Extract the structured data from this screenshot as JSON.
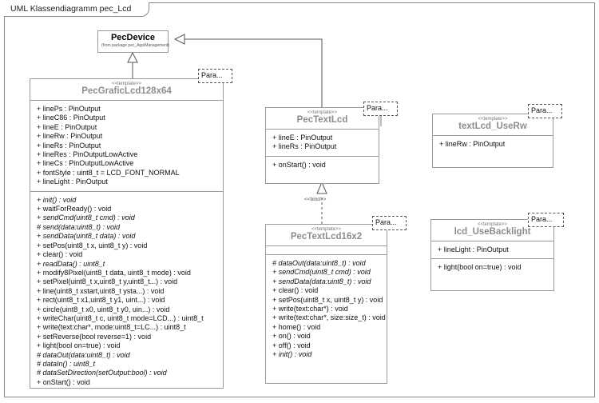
{
  "frame": {
    "tab_label": "UML Klassendiagramm pec_Lcd"
  },
  "classes": {
    "pec_device": {
      "name": "PecDevice",
      "subtitle": "(from package pec_ApplManagement)"
    },
    "pec_grafic_lcd": {
      "stereotype": "<<template>>",
      "name": "PecGraficLcd128x64",
      "attributes": [
        "+ linePs : PinOutput",
        "+ lineC86 : PinOutput",
        "+ lineE : PinOutput",
        "+ lineRw : PinOutput",
        "+ lineRs : PinOutput",
        "+ lineRes : PinOutputLowActive",
        "+ lineCs : PinOutputLowActive",
        "+ fontStyle : uint8_t = LCD_FONT_NORMAL",
        "+ lineLight : PinOutput"
      ],
      "operations": [
        {
          "text": "+ init() : void",
          "abstract": true
        },
        {
          "text": "+ waitForReady() : void",
          "abstract": false
        },
        {
          "text": "+ sendCmd(uint8_t cmd) : void",
          "abstract": true
        },
        {
          "text": "# send(data:uint8_t) : void",
          "abstract": true
        },
        {
          "text": "+ sendData(uint8_t data) : void",
          "abstract": true
        },
        {
          "text": "+ setPos(uint8_t x, uint8_t y) : void",
          "abstract": false
        },
        {
          "text": "+ clear() : void",
          "abstract": false
        },
        {
          "text": "+ readData() : uint8_t",
          "abstract": true
        },
        {
          "text": "+ modify8Pixel(uint8_t data, uint8_t mode) : void",
          "abstract": false
        },
        {
          "text": "+ setPixel(uint8_t x,uint8_t y,uint8_t...) : void",
          "abstract": false
        },
        {
          "text": "+ line(uint8_t xstart,uint8_t ysta...) : void",
          "abstract": false
        },
        {
          "text": "+ rect(uint8_t x1,uint8_t y1, uint...) : void",
          "abstract": false
        },
        {
          "text": "+ circle(uint8_t x0, uint8_t y0, uin...) : void",
          "abstract": false
        },
        {
          "text": "+ writeChar(uint8_t c, uint8_t mode=LCD...) : uint8_t",
          "abstract": false
        },
        {
          "text": "+ write(text:char*, mode:uint8_t=LC...) : uint8_t",
          "abstract": false
        },
        {
          "text": "+ setReverse(bool reverse=1) : void",
          "abstract": false
        },
        {
          "text": "+ light(bool on=true) : void",
          "abstract": false
        },
        {
          "text": "# dataOut(data:uint8_t) : void",
          "abstract": true
        },
        {
          "text": "# dataIn() : uint8_t",
          "abstract": true
        },
        {
          "text": "# dataSetDirection(setOutput:bool) : void",
          "abstract": true
        },
        {
          "text": "+ onStart() : void",
          "abstract": false
        }
      ]
    },
    "pec_text_lcd": {
      "stereotype": "<<template>>",
      "name": "PecTextLcd",
      "attributes": [
        "+ lineE : PinOutput",
        "+ lineRs : PinOutput"
      ],
      "operations": [
        {
          "text": "+ onStart() : void",
          "abstract": false
        }
      ]
    },
    "text_lcd_use_rw": {
      "stereotype": "<<template>>",
      "name": "textLcd_UseRw",
      "attributes": [
        "+ lineRw : PinOutput"
      ],
      "operations": []
    },
    "pec_text_lcd_16x2": {
      "stereotype": "<<template>>",
      "name": "PecTextLcd16x2",
      "attributes": [],
      "operations": [
        {
          "text": "# dataOut(data:uint8_t) : void",
          "abstract": true
        },
        {
          "text": "+ sendCmd(uint8_t cmd) : void",
          "abstract": true
        },
        {
          "text": "+ sendData(data:uint8_t) : void",
          "abstract": true
        },
        {
          "text": "+ clear() : void",
          "abstract": false
        },
        {
          "text": "+ setPos(uint8_t x, uint8_t y) : void",
          "abstract": false
        },
        {
          "text": "+ write(text:char*) : void",
          "abstract": false
        },
        {
          "text": "+ write(text:char*, size:size_t) : void",
          "abstract": false
        },
        {
          "text": "+ home() : void",
          "abstract": false
        },
        {
          "text": "+ on() : void",
          "abstract": false
        },
        {
          "text": "+ off() : void",
          "abstract": false
        },
        {
          "text": "+ init() : void",
          "abstract": true
        }
      ]
    },
    "lcd_use_backlight": {
      "stereotype": "<<template>>",
      "name": "lcd_UseBacklight",
      "attributes": [
        "+ lineLight : PinOutput"
      ],
      "operations": [
        {
          "text": "+ light(bool on=true) : void",
          "abstract": false
        }
      ]
    }
  },
  "param_boxes": {
    "grafic_lcd": "Para...",
    "text_lcd": "Para...",
    "use_rw": "Para...",
    "text_lcd_16x2": "Para...",
    "backlight": "Para..."
  },
  "connector_labels": {
    "bind": "<<bind>>"
  },
  "colors": {
    "border": "#9a9a9a",
    "frame_border": "#888888",
    "title_gray": "#8d8d8d",
    "text": "#111111",
    "stereotype_gray": "#777777",
    "background": "#ffffff"
  }
}
